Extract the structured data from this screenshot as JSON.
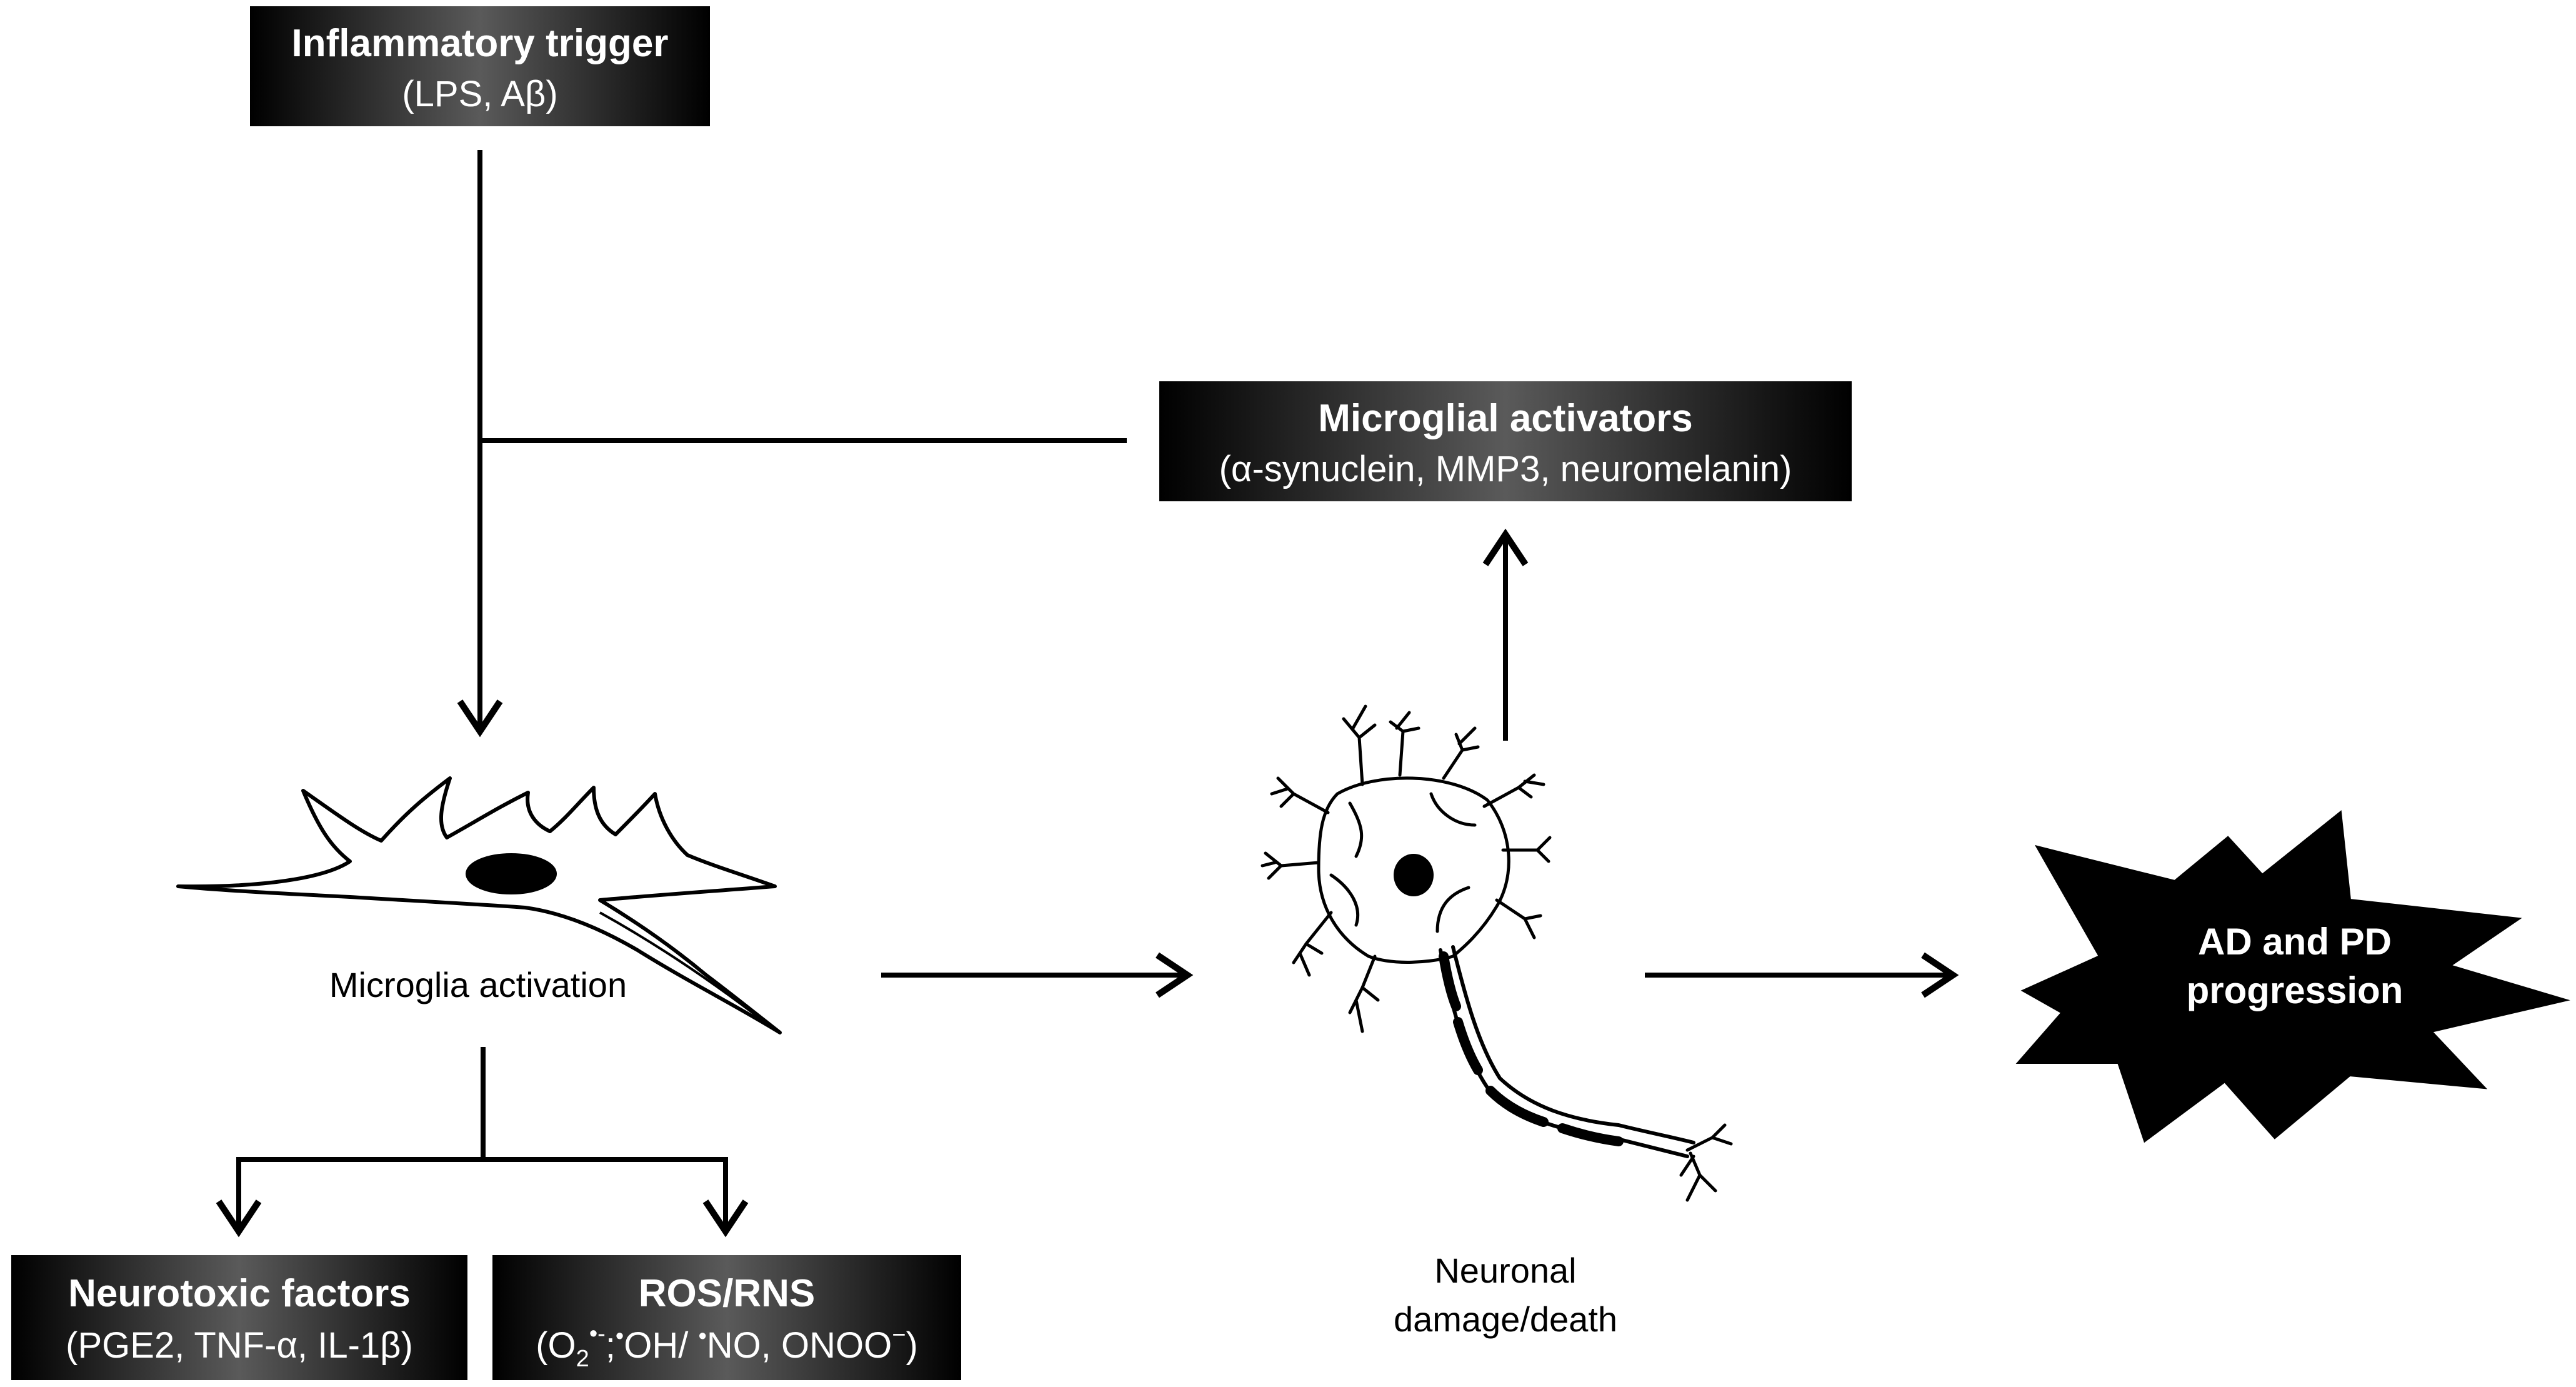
{
  "boxes": {
    "trigger": {
      "title": "Inflammatory trigger",
      "subtitle": "(LPS, Aβ)"
    },
    "activators": {
      "title": "Microglial activators",
      "subtitle": "(α-synuclein, MMP3,  neuromelanin)"
    },
    "neurotoxic": {
      "title": "Neurotoxic factors",
      "subtitle": "(PGE2, TNF-α, IL-1β)"
    },
    "ros": {
      "title": "ROS/RNS",
      "sub_a": "(O",
      "sub_b": "2",
      "sub_c": "•-",
      "sub_d": ";",
      "sub_e": "•",
      "sub_f": "OH/ ",
      "sub_g": "•",
      "sub_h": "NO, ONOO",
      "sub_i": "−",
      "sub_j": ")"
    }
  },
  "labels": {
    "microglia": "Microglia activation",
    "neuron_line1": "Neuronal",
    "neuron_line2": "damage/death"
  },
  "outcome": {
    "line1": "AD and PD",
    "line2": "progression"
  },
  "colors": {
    "box_dark": "#000000",
    "box_light": "#5a5a5a",
    "line": "#000000",
    "text_light": "#ffffff"
  }
}
